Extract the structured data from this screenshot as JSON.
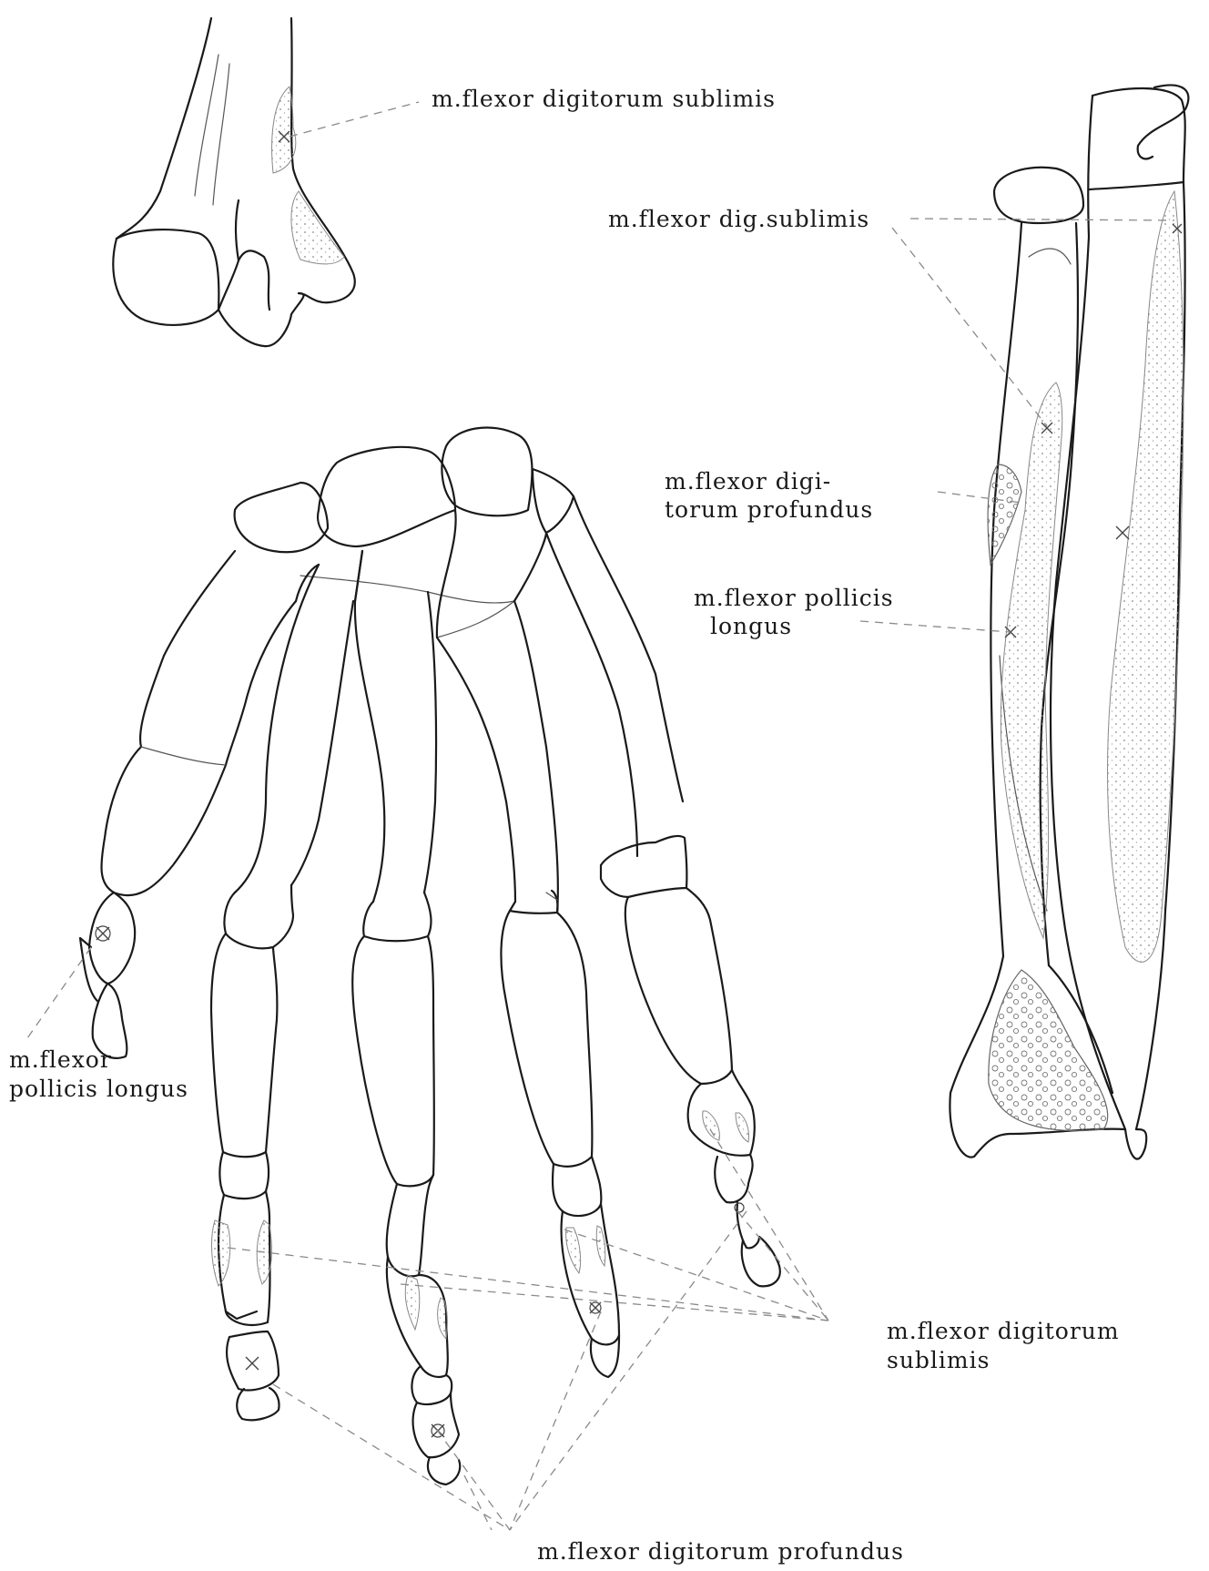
{
  "labels": {
    "top_sublimis": "m.flexor digitorum sublimis",
    "right_sublimis": "m.flexor dig.sublimis",
    "profundus_a": "m.flexor digi-",
    "profundus_b": "torum profundus",
    "pollicis_right_a": "m.flexor pollicis",
    "pollicis_right_b": "longus",
    "pollicis_left_a": "m.flexor",
    "pollicis_left_b": "pollicis longus",
    "sublimis_hand_a": "m.flexor digitorum",
    "sublimis_hand_b": "sublimis",
    "profundus_bottom": "m.flexor digitorum profundus"
  },
  "colors": {
    "ink": "#1a1a1a",
    "leader": "#8a8a8a",
    "paper": "#ffffff"
  }
}
